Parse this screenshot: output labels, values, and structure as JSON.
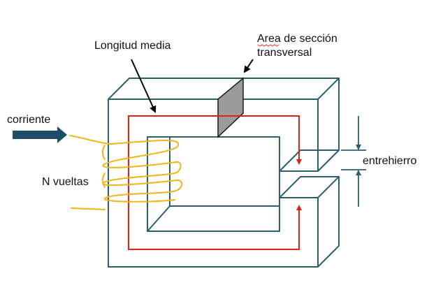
{
  "labels": {
    "corriente": "corriente",
    "longitud_media": "Longitud media",
    "area_line1": "Area de sección",
    "area_line2": "transversal",
    "n_vueltas": "N vueltas",
    "entrehierro": "entrehierro"
  },
  "colors": {
    "core_outline": "#2c5f6e",
    "mean_path": "#e0201b",
    "coil": "#f0b519",
    "cross_section_fill": "#9b9b9b",
    "current_arrow": "#1f4e6b",
    "background": "#ffffff",
    "spell_underline": "#e03030"
  }
}
